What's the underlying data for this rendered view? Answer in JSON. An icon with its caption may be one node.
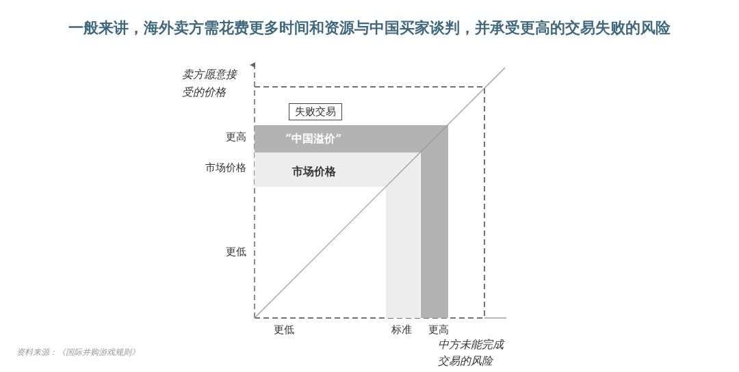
{
  "diagram": {
    "title": "一般来讲，海外卖方需花费更多时间和资源与中国买家谈判，并承受更高的交易失败的风险",
    "caption": "资料来源：《国际并购游戏规则》",
    "nodes": [
      {
        "text": [
          "失败交易"
        ]
      },
      {
        "text": [
          "“中国溢价”"
        ]
      },
      {
        "text": [
          "市场价格"
        ]
      }
    ],
    "labels": [
      "卖方愿意接受的价格",
      "更高",
      "市场价格",
      "更低",
      "更低",
      "标准",
      "更高",
      "中方未能完成交易的风险"
    ]
  }
}
